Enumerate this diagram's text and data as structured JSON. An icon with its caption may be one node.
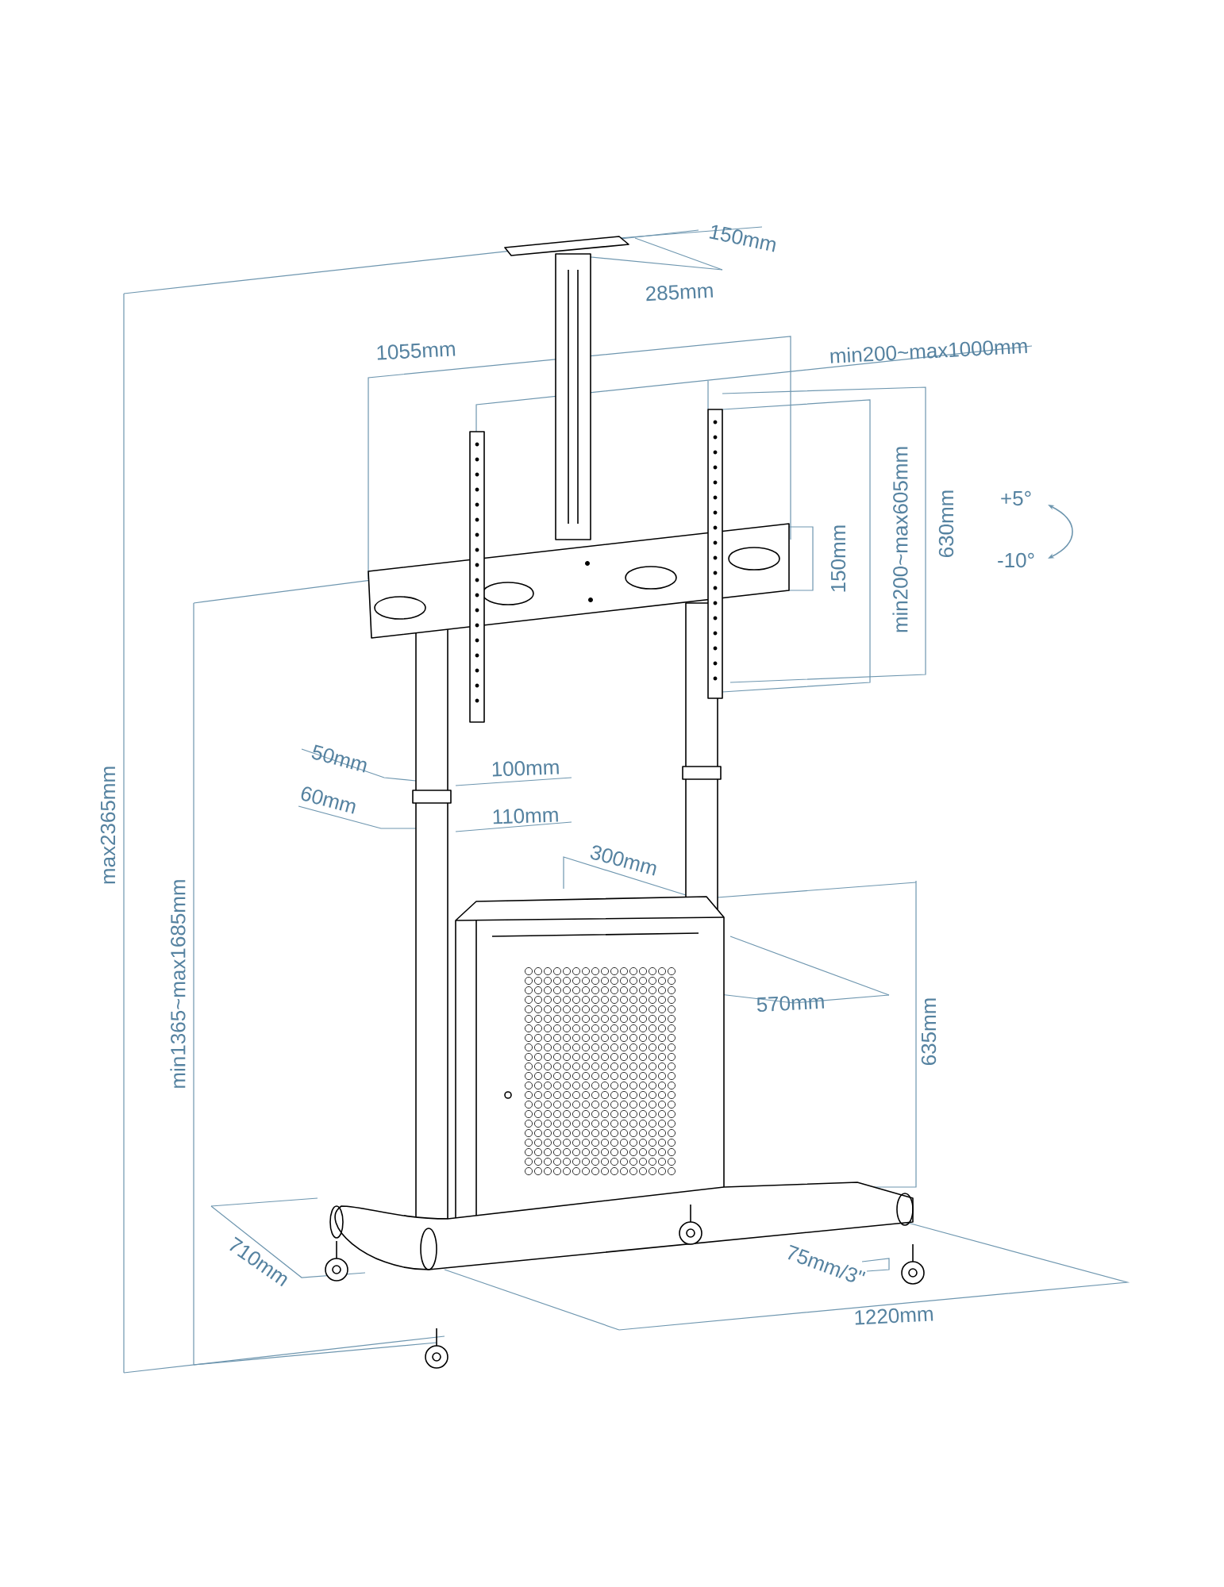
{
  "diagram": {
    "labels": [
      "150mm",
      "285mm",
      "1055mm",
      "min200~max1000mm",
      "min200~max605mm",
      "630mm",
      "+5°",
      "150mm",
      "-10°",
      "max2365mm",
      "min1365~max1685mm",
      "50mm",
      "100mm",
      "60mm",
      "110mm",
      "300mm",
      "570mm",
      "635mm",
      "710mm",
      "75mm/3\"",
      "1220mm"
    ]
  }
}
